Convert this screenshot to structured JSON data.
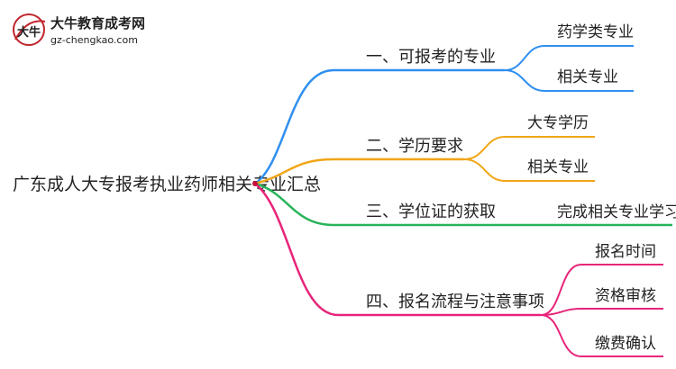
{
  "logo": {
    "name": "大牛教育成考网",
    "url": "gz-chengkao.com",
    "mark": "大牛",
    "colors": {
      "name": "#c0252b",
      "url": "#2a8a3a",
      "mark": "#333333"
    }
  },
  "root": {
    "label": "广东成人大专报考执业药师相关专业汇总"
  },
  "branches": [
    {
      "label": "一、可报考的专业",
      "color": "#2f8fef",
      "children": [
        {
          "label": "药学类专业"
        },
        {
          "label": "相关专业"
        }
      ]
    },
    {
      "label": "二、学历要求",
      "color": "#f2a516",
      "children": [
        {
          "label": "大专学历"
        },
        {
          "label": "相关专业"
        }
      ]
    },
    {
      "label": "三、学位证的获取",
      "color": "#27b35a",
      "children": [
        {
          "label": "完成相关专业学习"
        }
      ]
    },
    {
      "label": "四、报名流程与注意事项",
      "color": "#e8247a",
      "children": [
        {
          "label": "报名时间"
        },
        {
          "label": "资格审核"
        },
        {
          "label": "缴费确认"
        }
      ]
    }
  ]
}
